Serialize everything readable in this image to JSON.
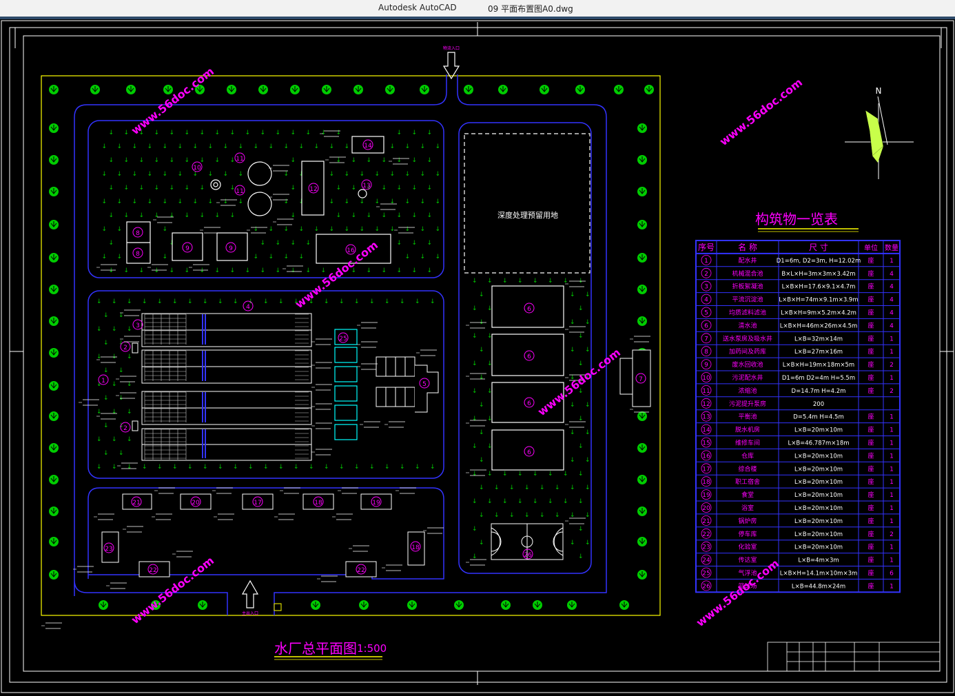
{
  "window": {
    "app_name": "Autodesk AutoCAD",
    "file_name": "09 平面布置图A0.dwg"
  },
  "drawing": {
    "title": "水厂总平面图",
    "scale": "1:500",
    "reserved_area_label": "深度处理预留用地",
    "north_label": "N",
    "entrance_top": "物流入口",
    "entrance_bottom": "主出入口",
    "watermark": "www.56doc.com"
  },
  "table": {
    "title": "构筑物一览表",
    "headers": [
      "序号",
      "名 称",
      "尺 寸",
      "单位",
      "数量"
    ],
    "rows": [
      [
        "1",
        "配水井",
        "D1=6m, D2=3m, H=12.02m",
        "座",
        "1"
      ],
      [
        "2",
        "机械混合池",
        "B×L×H=3m×3m×3.42m",
        "座",
        "4"
      ],
      [
        "3",
        "折板絮凝池",
        "L×B×H=17.6×9.1×4.7m",
        "座",
        "4"
      ],
      [
        "4",
        "平流沉淀池",
        "L×B×H=74m×9.1m×3.9m",
        "座",
        "4"
      ],
      [
        "5",
        "均质滤料滤池",
        "L×B×H=9m×5.2m×4.2m",
        "座",
        "4"
      ],
      [
        "6",
        "清水池",
        "L×B×H=46m×26m×4.5m",
        "座",
        "4"
      ],
      [
        "7",
        "送水泵房及吸水井",
        "L×B=32m×14m",
        "座",
        "1"
      ],
      [
        "8",
        "加药间及药库",
        "L×B=27m×16m",
        "座",
        "1"
      ],
      [
        "9",
        "废水回收池",
        "L×B×H=19m×18m×5m",
        "座",
        "2"
      ],
      [
        "10",
        "污泥配水井",
        "D1=6m D2=4m H=5.5m",
        "座",
        "1"
      ],
      [
        "11",
        "浓缩池",
        "D=14.7m H=4.2m",
        "座",
        "2"
      ],
      [
        "12",
        "污泥提升泵房",
        "200",
        "",
        ""
      ],
      [
        "13",
        "平衡池",
        "D=5.4m H=4.5m",
        "座",
        "1"
      ],
      [
        "14",
        "脱水机房",
        "L×B=20m×10m",
        "座",
        "1"
      ],
      [
        "15",
        "维修车间",
        "L×B=46.787m×18m",
        "座",
        "1"
      ],
      [
        "16",
        "仓库",
        "L×B=20m×10m",
        "座",
        "1"
      ],
      [
        "17",
        "综合楼",
        "L×B=20m×10m",
        "座",
        "1"
      ],
      [
        "18",
        "职工宿舍",
        "L×B=20m×10m",
        "座",
        "1"
      ],
      [
        "19",
        "食堂",
        "L×B=20m×10m",
        "座",
        "1"
      ],
      [
        "20",
        "浴室",
        "L×B=20m×10m",
        "座",
        "1"
      ],
      [
        "21",
        "锅炉房",
        "L×B=20m×10m",
        "座",
        "1"
      ],
      [
        "22",
        "停车库",
        "L×B=20m×10m",
        "座",
        "2"
      ],
      [
        "23",
        "化验室",
        "L×B=20m×10m",
        "座",
        "1"
      ],
      [
        "24",
        "传达室",
        "L×B=4m×3m",
        "座",
        "1"
      ],
      [
        "25",
        "气浮池",
        "L×B×H=14.1m×10m×3m",
        "座",
        "6"
      ],
      [
        "26",
        "篮球场",
        "L×B=44.8m×24m",
        "座",
        "1"
      ]
    ]
  }
}
